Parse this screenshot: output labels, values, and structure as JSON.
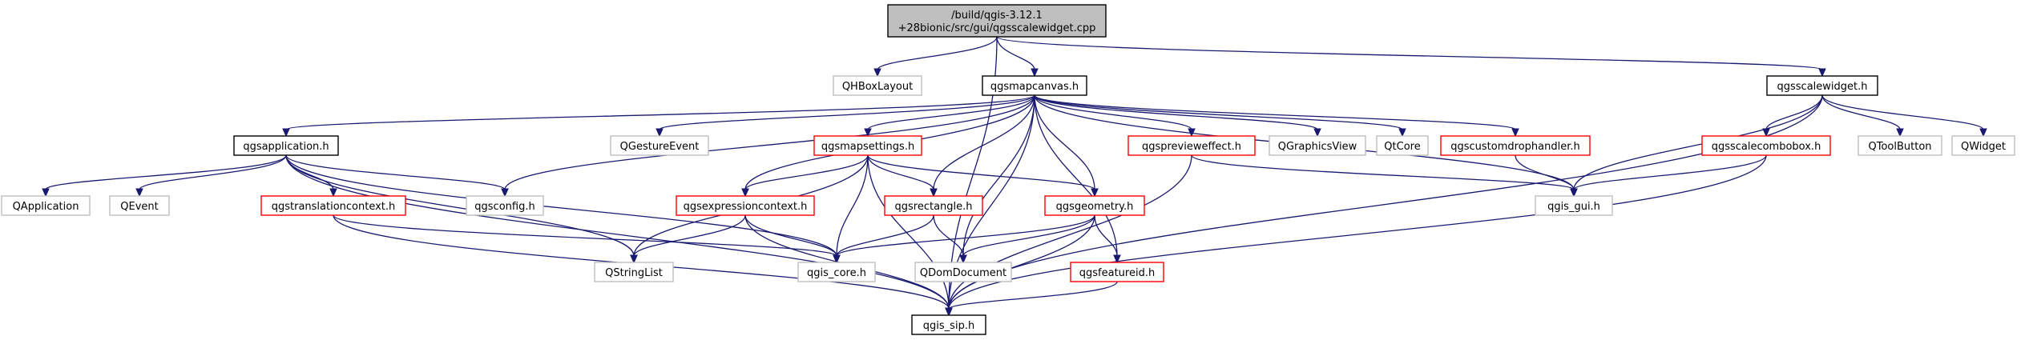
{
  "colors": {
    "root_fill": "#bfbfbf",
    "root_border": "#000000",
    "documented_border": "#000000",
    "incomplete_border": "#ff0000",
    "external_border": "#bfbfbf",
    "box_fill": "#ffffff",
    "edge": "#191970",
    "text": "#000000"
  },
  "nodes": [
    {
      "id": "root",
      "lines": [
        "/build/qgis-3.12.1",
        "+28bionic/src/gui/qgsscalewidget.cpp"
      ],
      "kind": "root"
    },
    {
      "id": "qhboxlayout",
      "lines": [
        "QHBoxLayout"
      ],
      "kind": "external"
    },
    {
      "id": "qgsmapcanvas",
      "lines": [
        "qgsmapcanvas.h"
      ],
      "kind": "documented"
    },
    {
      "id": "qgsscalewidget",
      "lines": [
        "qgsscalewidget.h"
      ],
      "kind": "documented"
    },
    {
      "id": "qgsapplication",
      "lines": [
        "qgsapplication.h"
      ],
      "kind": "documented"
    },
    {
      "id": "qgestureevent",
      "lines": [
        "QGestureEvent"
      ],
      "kind": "external"
    },
    {
      "id": "qgsmapsettings",
      "lines": [
        "qgsmapsettings.h"
      ],
      "kind": "incomplete"
    },
    {
      "id": "qgspreviewefect",
      "lines": [
        "qgspreviewеffect.h"
      ],
      "kind": "incomplete"
    },
    {
      "id": "qgraphicsview",
      "lines": [
        "QGraphicsView"
      ],
      "kind": "external"
    },
    {
      "id": "qtcore",
      "lines": [
        "QtCore"
      ],
      "kind": "external"
    },
    {
      "id": "qgscustomdrop",
      "lines": [
        "qgscustomdrophandler.h"
      ],
      "kind": "incomplete"
    },
    {
      "id": "qgsscalecombobox",
      "lines": [
        "qgsscalecombobox.h"
      ],
      "kind": "incomplete"
    },
    {
      "id": "qtoolbutton",
      "lines": [
        "QToolButton"
      ],
      "kind": "external"
    },
    {
      "id": "qwidget",
      "lines": [
        "QWidget"
      ],
      "kind": "external"
    },
    {
      "id": "qapplication",
      "lines": [
        "QApplication"
      ],
      "kind": "external"
    },
    {
      "id": "qevent",
      "lines": [
        "QEvent"
      ],
      "kind": "external"
    },
    {
      "id": "qgstranslation",
      "lines": [
        "qgstranslationcontext.h"
      ],
      "kind": "incomplete"
    },
    {
      "id": "qgsconfig",
      "lines": [
        "qgsconfig.h"
      ],
      "kind": "external"
    },
    {
      "id": "qgsexpression",
      "lines": [
        "qgsexpressioncontext.h"
      ],
      "kind": "incomplete"
    },
    {
      "id": "qgsrectangle",
      "lines": [
        "qgsrectangle.h"
      ],
      "kind": "incomplete"
    },
    {
      "id": "qgsgeometry",
      "lines": [
        "qgsgeometry.h"
      ],
      "kind": "incomplete"
    },
    {
      "id": "qgis_gui",
      "lines": [
        "qgis_gui.h"
      ],
      "kind": "external"
    },
    {
      "id": "qstringlist",
      "lines": [
        "QStringList"
      ],
      "kind": "external"
    },
    {
      "id": "qgis_core",
      "lines": [
        "qgis_core.h"
      ],
      "kind": "external"
    },
    {
      "id": "qdomdocument",
      "lines": [
        "QDomDocument"
      ],
      "kind": "external"
    },
    {
      "id": "qgsfeatureid",
      "lines": [
        "qgsfeatureid.h"
      ],
      "kind": "incomplete"
    },
    {
      "id": "qgis_sip",
      "lines": [
        "qgis_sip.h"
      ],
      "kind": "documented"
    }
  ],
  "edges": [
    [
      "root",
      "qhboxlayout"
    ],
    [
      "root",
      "qgsmapcanvas"
    ],
    [
      "root",
      "qgsscalewidget"
    ],
    [
      "root",
      "qgis_sip"
    ],
    [
      "qgsmapcanvas",
      "qgsapplication"
    ],
    [
      "qgsmapcanvas",
      "qgestureevent"
    ],
    [
      "qgsmapcanvas",
      "qgsmapsettings"
    ],
    [
      "qgsmapcanvas",
      "qgspreviewefect"
    ],
    [
      "qgsmapcanvas",
      "qgraphicsview"
    ],
    [
      "qgsmapcanvas",
      "qtcore"
    ],
    [
      "qgsmapcanvas",
      "qgscustomdrop"
    ],
    [
      "qgsmapcanvas",
      "qgsconfig"
    ],
    [
      "qgsmapcanvas",
      "qgsexpression"
    ],
    [
      "qgsmapcanvas",
      "qgsrectangle"
    ],
    [
      "qgsmapcanvas",
      "qgsgeometry"
    ],
    [
      "qgsmapcanvas",
      "qgis_gui"
    ],
    [
      "qgsmapcanvas",
      "qdomdocument"
    ],
    [
      "qgsmapcanvas",
      "qgsfeatureid"
    ],
    [
      "qgsmapcanvas",
      "qgis_sip"
    ],
    [
      "qgsscalewidget",
      "qgsscalecombobox"
    ],
    [
      "qgsscalewidget",
      "qtoolbutton"
    ],
    [
      "qgsscalewidget",
      "qwidget"
    ],
    [
      "qgsscalewidget",
      "qgis_gui"
    ],
    [
      "qgsscalewidget",
      "qgis_sip"
    ],
    [
      "qgsapplication",
      "qapplication"
    ],
    [
      "qgsapplication",
      "qevent"
    ],
    [
      "qgsapplication",
      "qgstranslation"
    ],
    [
      "qgsapplication",
      "qgsconfig"
    ],
    [
      "qgsapplication",
      "qstringlist"
    ],
    [
      "qgsapplication",
      "qgis_core"
    ],
    [
      "qgsapplication",
      "qgis_sip"
    ],
    [
      "qgsmapsettings",
      "qgsexpression"
    ],
    [
      "qgsmapsettings",
      "qgsrectangle"
    ],
    [
      "qgsmapsettings",
      "qgsgeometry"
    ],
    [
      "qgsmapsettings",
      "qstringlist"
    ],
    [
      "qgsmapsettings",
      "qgis_core"
    ],
    [
      "qgsmapsettings",
      "qgis_sip"
    ],
    [
      "qgspreviewefect",
      "qgis_gui"
    ],
    [
      "qgspreviewefect",
      "qgis_sip"
    ],
    [
      "qgscustomdrop",
      "qgis_gui"
    ],
    [
      "qgsscalecombobox",
      "qgis_gui"
    ],
    [
      "qgsscalecombobox",
      "qgis_sip"
    ],
    [
      "qgstranslation",
      "qgis_core"
    ],
    [
      "qgstranslation",
      "qgis_sip"
    ],
    [
      "qgsexpression",
      "qstringlist"
    ],
    [
      "qgsexpression",
      "qgis_core"
    ],
    [
      "qgsexpression",
      "qgis_sip"
    ],
    [
      "qgsrectangle",
      "qgis_core"
    ],
    [
      "qgsrectangle",
      "qdomdocument"
    ],
    [
      "qgsgeometry",
      "qgis_core"
    ],
    [
      "qgsgeometry",
      "qdomdocument"
    ],
    [
      "qgsgeometry",
      "qgsfeatureid"
    ],
    [
      "qgsgeometry",
      "qgis_sip"
    ],
    [
      "qgsfeatureid",
      "qgis_sip"
    ]
  ]
}
